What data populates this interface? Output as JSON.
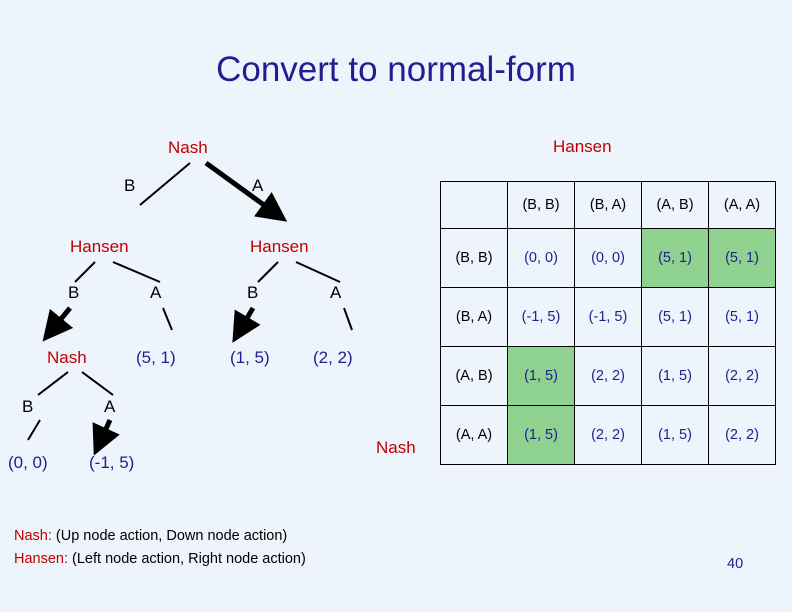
{
  "title": "Convert to normal-form",
  "tree": {
    "root_player": "Nash",
    "root_left_action": "B",
    "root_right_action": "A",
    "left_child_player": "Hansen",
    "left_child_left_action": "B",
    "left_child_right_action": "A",
    "right_child_player": "Hansen",
    "right_child_left_action": "B",
    "right_child_right_action": "A",
    "deep_player": "Nash",
    "deep_left_action": "B",
    "deep_right_action": "A",
    "payoff_left_right": "(5, 1)",
    "payoff_right_left": "(1, 5)",
    "payoff_right_right": "(2, 2)",
    "payoff_deep_left": "(0, 0)",
    "payoff_deep_right": "(-1, 5)"
  },
  "matrix": {
    "col_player_label": "Hansen",
    "row_player_label": "Nash",
    "corner": "",
    "col_headers": [
      "(B, B)",
      "(B, A)",
      "(A, B)",
      "(A, A)"
    ],
    "rows": [
      {
        "header": "(B, B)",
        "cells": [
          {
            "text": "(0, 0)",
            "green": false
          },
          {
            "text": "(0, 0)",
            "green": false
          },
          {
            "text": "(5, 1)",
            "green": true
          },
          {
            "text": "(5, 1)",
            "green": true
          }
        ]
      },
      {
        "header": "(B, A)",
        "cells": [
          {
            "text": "(-1, 5)",
            "green": false
          },
          {
            "text": "(-1, 5)",
            "green": false
          },
          {
            "text": "(5, 1)",
            "green": false
          },
          {
            "text": "(5, 1)",
            "green": false
          }
        ]
      },
      {
        "header": "(A, B)",
        "cells": [
          {
            "text": "(1, 5)",
            "green": true
          },
          {
            "text": "(2, 2)",
            "green": false
          },
          {
            "text": "(1, 5)",
            "green": false
          },
          {
            "text": "(2, 2)",
            "green": false
          }
        ]
      },
      {
        "header": "(A, A)",
        "cells": [
          {
            "text": "(1, 5)",
            "green": true
          },
          {
            "text": "(2, 2)",
            "green": false
          },
          {
            "text": "(1, 5)",
            "green": false
          },
          {
            "text": "(2, 2)",
            "green": false
          }
        ]
      }
    ]
  },
  "legend": {
    "line1_key": "Nash:",
    "line1_rest": " (Up node action, Down node action)",
    "line2_key": "Hansen:",
    "line2_rest": " (Left node action, Right node action)"
  },
  "page_number": "40",
  "colors": {
    "background": "#eef4fb",
    "title": "#1f1f8f",
    "player_label": "#c00000",
    "payoff": "#1f1f8f",
    "highlight": "#8fd18f",
    "line": "#000000"
  }
}
